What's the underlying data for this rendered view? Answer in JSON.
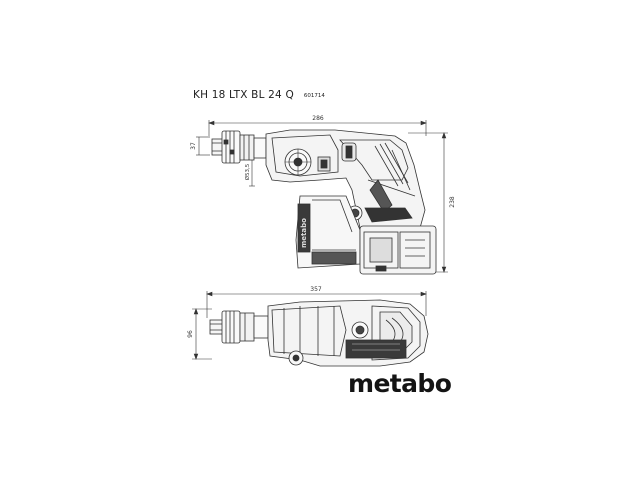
{
  "product": {
    "model": "KH 18 LTX BL 24 Q",
    "code": "601714"
  },
  "dimensions": {
    "side_length": "286",
    "height": "238",
    "shank": "37",
    "spindle": "Ø53,5",
    "top_length": "357",
    "top_width": "96"
  },
  "brand": {
    "logo_text": "metabo"
  },
  "colors": {
    "line": "#333333",
    "fill_light": "#f4f4f4",
    "fill_dark": "#444444"
  }
}
